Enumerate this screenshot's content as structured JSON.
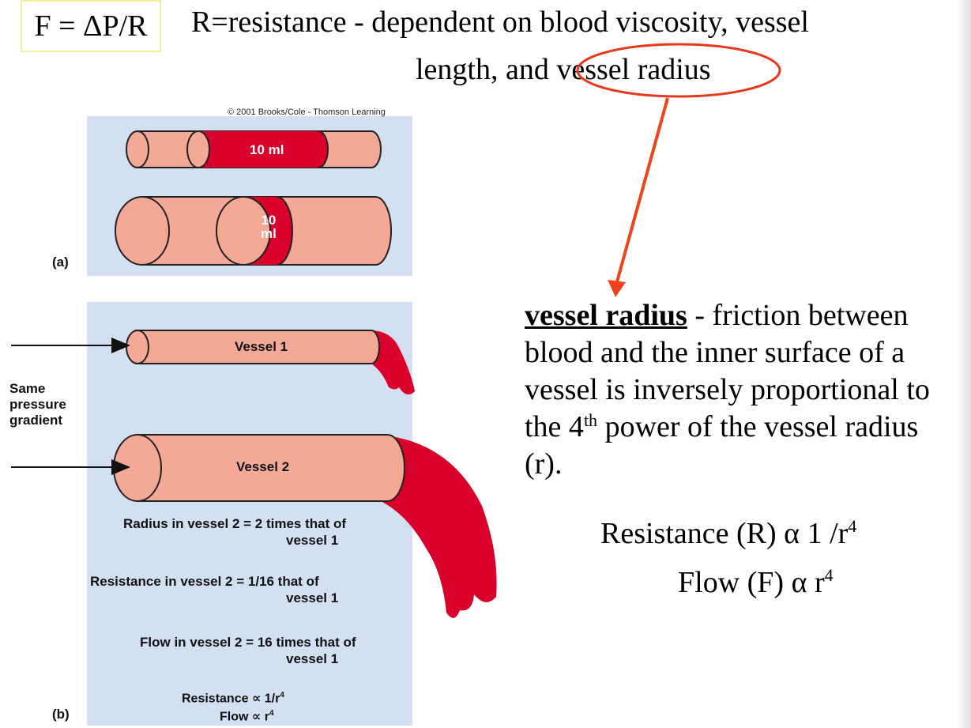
{
  "header": {
    "formula": "F = ΔP/R",
    "line1": "R=resistance - dependent on blood viscosity, vessel",
    "line2": "length, and vessel radius"
  },
  "explanation": {
    "term": "vessel radius",
    "text_a": " - friction between blood and the inner surface of a vessel is inversely proportional to the 4",
    "sup": "th",
    "text_b": " power of the vessel radius (r)."
  },
  "equations": {
    "resistance": "Resistance (R) α 1 /r",
    "resistance_exp": "4",
    "flow": "Flow (F) α r",
    "flow_exp": "4"
  },
  "figure": {
    "copyright": "© 2001 Brooks/Cole - Thomson Learning",
    "panel_a_label": "(a)",
    "panel_b_label": "(b)",
    "volume_label_a1": "10 ml",
    "volume_label_a2_line1": "10",
    "volume_label_a2_line2": "ml",
    "vessel1_label": "Vessel 1",
    "vessel2_label": "Vessel 2",
    "side_label": [
      "Same",
      "pressure",
      "gradient"
    ],
    "radius_line1": "Radius in vessel 2 = 2 times that of",
    "radius_line2": "vessel 1",
    "resistance_line1": "Resistance in vessel 2 = 1/16 that of",
    "resistance_line2": "vessel 1",
    "flow_line1": "Flow in vessel 2 = 16 times that of",
    "flow_line2": "vessel 1",
    "prop_resistance": "Resistance ∝ 1/r",
    "prop_resistance_exp": "4",
    "prop_flow": "Flow ∝ r",
    "prop_flow_exp": "4"
  },
  "colors": {
    "vessel_fill": "#f4a996",
    "blood": "#d9002b",
    "panel_bg": "#d3e0f1",
    "highlight_ellipse": "#e8381b"
  }
}
